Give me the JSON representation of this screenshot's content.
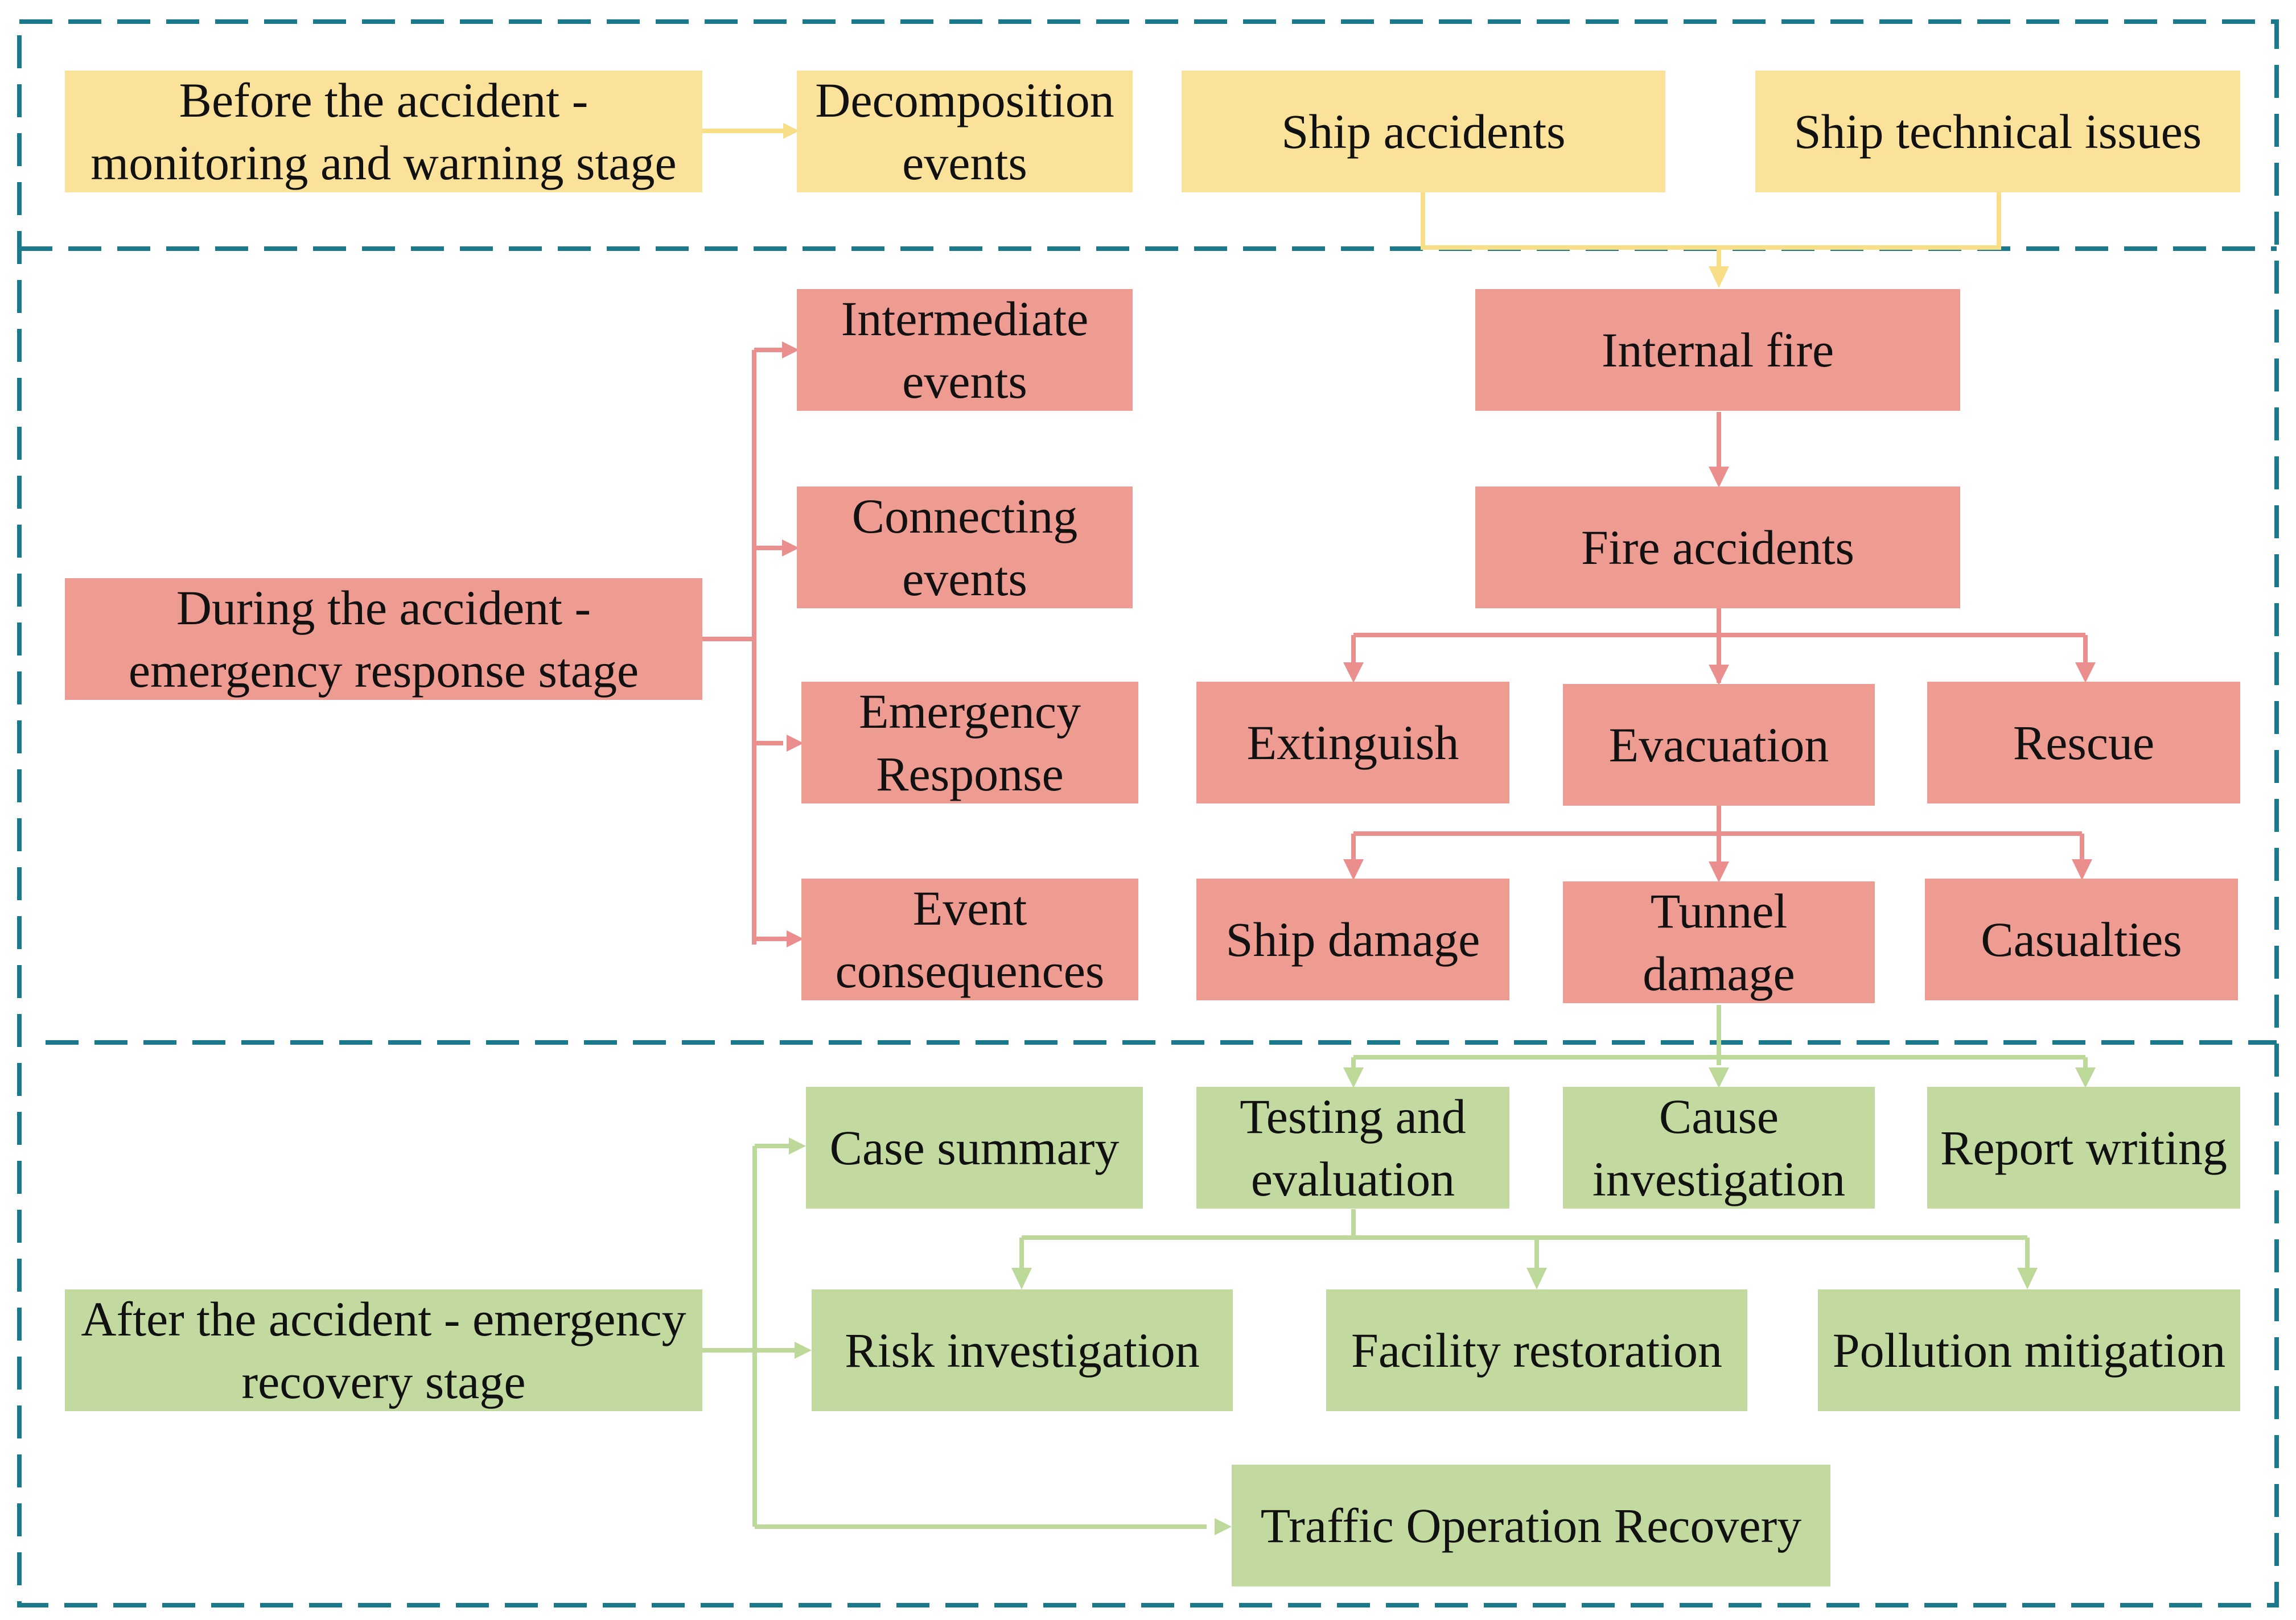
{
  "colors": {
    "yellow_fill": "#FBE29A",
    "yellow_line": "#F8DE86",
    "red_fill": "#EE9B92",
    "red_line": "#EA8E8E",
    "green_fill": "#C2DA9F",
    "green_line": "#BDD99A",
    "dash_border": "#1A7A8C"
  },
  "stages": {
    "before": "Before the accident - monitoring and warning stage",
    "during": "During the accident - emergency response stage",
    "after": "After the accident - emergency recovery stage"
  },
  "categories": {
    "decomposition": "Decomposition events",
    "intermediate": "Intermediate events",
    "connecting": "Connecting events",
    "emergency_response": "Emergency Response",
    "event_consequences": "Event consequences"
  },
  "events": {
    "ship_accidents": "Ship accidents",
    "ship_technical_issues": "Ship technical issues",
    "internal_fire": "Internal fire",
    "fire_accidents": "Fire accidents",
    "extinguish": "Extinguish",
    "evacuation": "Evacuation",
    "rescue": "Rescue",
    "ship_damage": "Ship damage",
    "tunnel_damage": "Tunnel damage",
    "casualties": "Casualties"
  },
  "recovery": {
    "case_summary": "Case summary",
    "testing_evaluation": "Testing and evaluation",
    "cause_investigation": "Cause investigation",
    "report_writing": "Report writing",
    "risk_investigation": "Risk investigation",
    "facility_restoration": "Facility restoration",
    "pollution_mitigation": "Pollution mitigation",
    "traffic_operation_recovery": "Traffic Operation Recovery"
  }
}
